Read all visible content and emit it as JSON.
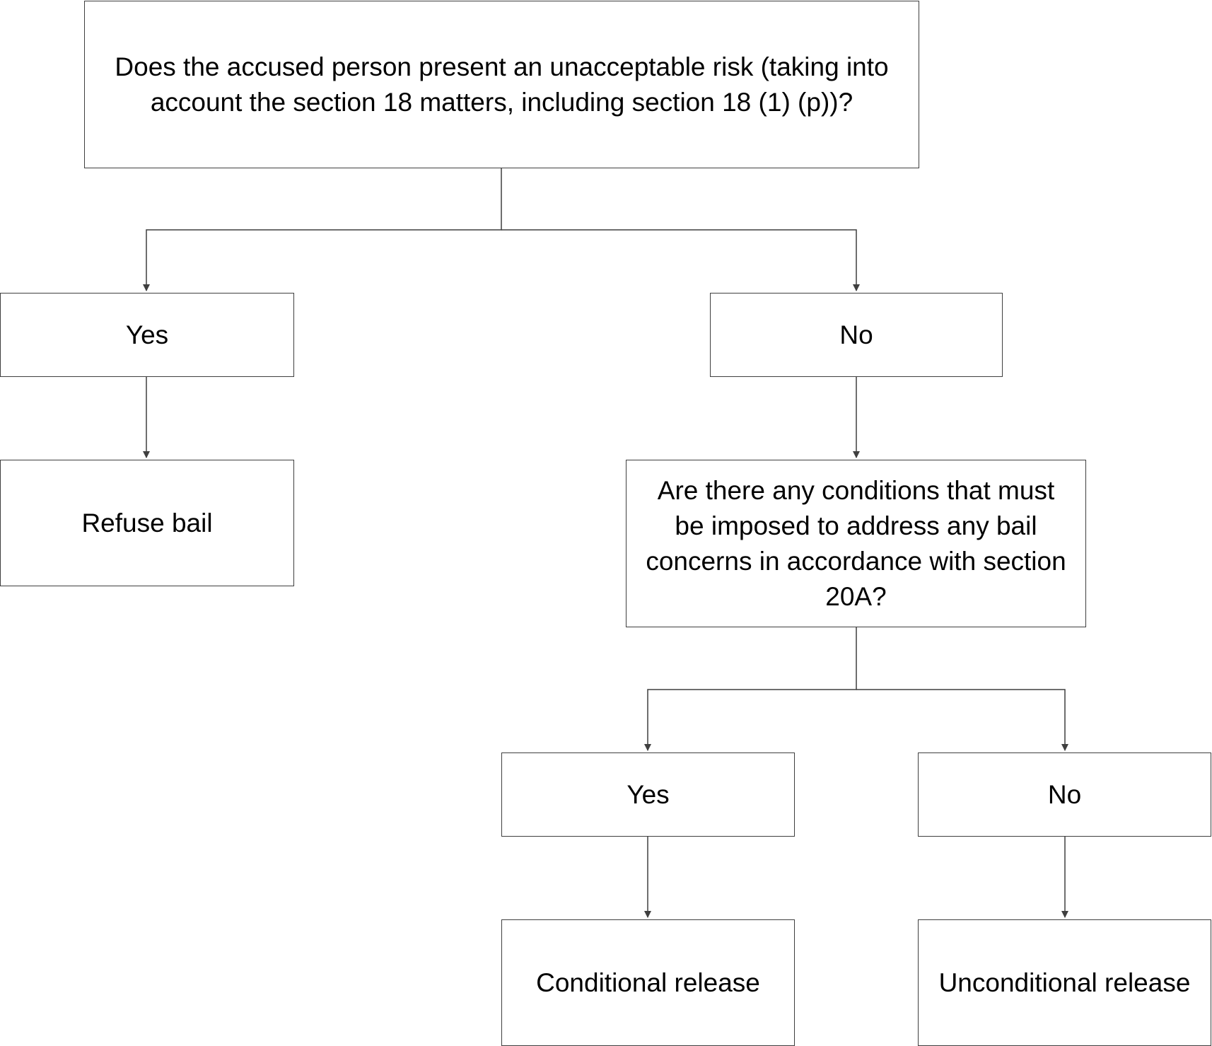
{
  "diagram": {
    "nodes": {
      "question": "Does the accused person present an unacceptable risk (taking into account the section 18 matters, including section 18 (1) (p))?",
      "yes1": "Yes",
      "no1": "No",
      "refuse": "Refuse bail",
      "question2": "Are there any conditions that must be imposed to address any bail concerns in accordance with section 20A?",
      "yes2": "Yes",
      "no2": "No",
      "conditional": "Conditional release",
      "unconditional": "Unconditional release"
    },
    "edges": [
      {
        "from": "question",
        "to": "yes1"
      },
      {
        "from": "question",
        "to": "no1"
      },
      {
        "from": "yes1",
        "to": "refuse"
      },
      {
        "from": "no1",
        "to": "question2"
      },
      {
        "from": "question2",
        "to": "yes2"
      },
      {
        "from": "question2",
        "to": "no2"
      },
      {
        "from": "yes2",
        "to": "conditional"
      },
      {
        "from": "no2",
        "to": "unconditional"
      }
    ],
    "colors": {
      "line": "#3f3f3f",
      "text": "#000000",
      "background": "#ffffff"
    }
  }
}
